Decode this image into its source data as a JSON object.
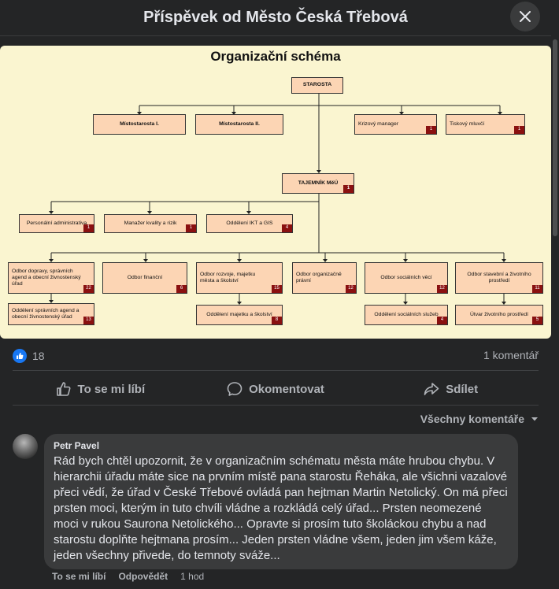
{
  "header": {
    "title": "Příspěvek od Město Česká Třebová"
  },
  "org_chart": {
    "title": "Organizační schéma",
    "starosta": "STAROSTA",
    "mistostarosta1": "Místostarosta I.",
    "mistostarosta2": "Místostarosta II.",
    "krizovy": {
      "label": "Krizový manager",
      "num": "1"
    },
    "tiskovy": {
      "label": "Tiskový mluvčí",
      "num": "1"
    },
    "tajemnik": {
      "label": "TAJEMNÍK MěÚ",
      "num": "1"
    },
    "personalni": {
      "label": "Personální administrativa",
      "num": "1"
    },
    "manazer": {
      "label": "Manažer kvality a rizik",
      "num": "1"
    },
    "ikt": {
      "label": "Oddělení IKT a GIS",
      "num": "4"
    },
    "doprava": {
      "label": "Odbor dopravy, správních agend a obecní živnostenský úřad",
      "num": "22"
    },
    "financni": {
      "label": "Odbor finanční",
      "num": "6"
    },
    "rozvoj": {
      "label": "Odbor rozvoje, majetku města a školství",
      "num": "15"
    },
    "organizacni": {
      "label": "Odbor organizačně právní",
      "num": "12"
    },
    "socialni": {
      "label": "Odbor sociálních věcí",
      "num": "12"
    },
    "stavebni": {
      "label": "Odbor stavební a životního prostředí",
      "num": "11"
    },
    "spravni_agend": {
      "label": "Oddělení správních agend a obecní živnostenský úřad",
      "num": "13"
    },
    "majetku": {
      "label": "Oddělení majetku a školství",
      "num": "8"
    },
    "soc_sluzeb": {
      "label": "Oddělení sociálních služeb",
      "num": "4"
    },
    "utvar": {
      "label": "Útvar životního prostředí",
      "num": "5"
    }
  },
  "stats": {
    "reactions": "18",
    "comments": "1 komentář"
  },
  "actions": {
    "like": "To se mi líbí",
    "comment": "Okomentovat",
    "share": "Sdílet"
  },
  "filter": {
    "label": "Všechny komentáře"
  },
  "comment": {
    "author": "Petr Pavel",
    "text": "Rád bych chtěl upozornit, že v organizačním schématu města máte hrubou chybu. V hierarchii úřadu máte sice na prvním místě pana starostu Řeháka, ale všichni vazalové přeci vědí, že úřad v České Třebové ovládá pan hejtman Martin Netolický. On má přeci prsten moci, kterým in tuto chvíli vládne a rozkládá celý úřad... Prsten neomezené moci v rukou Saurona Netolického... Opravte si prosím tuto školáckou chybu a nad starostu doplňte hejtmana prosím... Jeden prsten vládne všem, jeden jim všem káže, jeden všechny přivede, do temnoty sváže...",
    "like": "To se mi líbí",
    "reply": "Odpovědět",
    "time": "1 hod"
  },
  "colors": {
    "accent": "#1877f2",
    "box_fill": "#fcd5b4",
    "badge": "#8a1010",
    "chart_bg": "#faf5d0"
  },
  "icons": [
    "close-icon",
    "like-icon",
    "comment-icon",
    "share-icon",
    "chevron-down-icon"
  ]
}
